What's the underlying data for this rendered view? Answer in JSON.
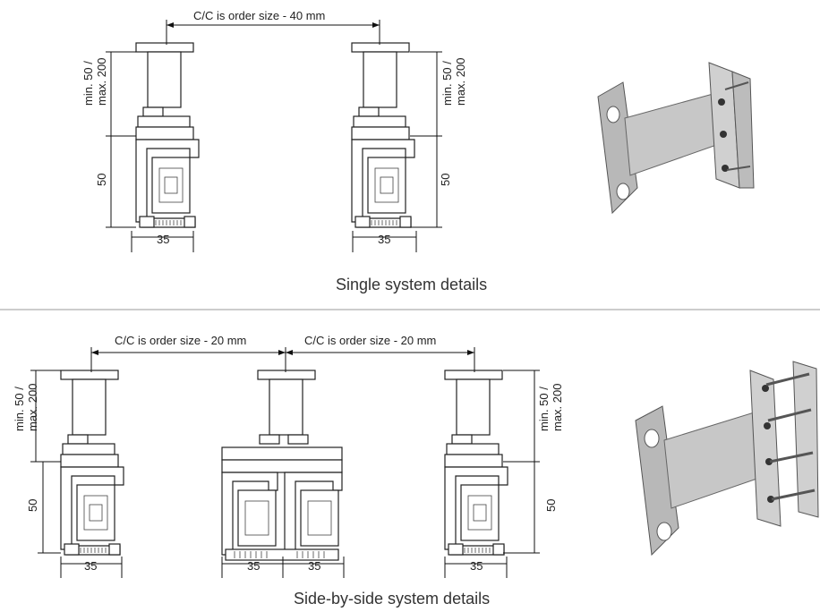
{
  "single": {
    "cc_label": "C/C is order size - 40 mm",
    "height_label_1": "min. 50 /",
    "height_label_2": "max. 200",
    "profile_height": "50",
    "profile_width": "35",
    "caption": "Single system details"
  },
  "double": {
    "cc_label_left": "C/C is order size - 20 mm",
    "cc_label_right": "C/C is order size - 20 mm",
    "height_label_1": "min. 50 /",
    "height_label_2": "max. 200",
    "profile_height": "50",
    "profile_width": "35",
    "caption": "Side-by-side system details"
  },
  "colors": {
    "divider": "#9a9a9a",
    "metal_light": "#d8d8d8",
    "metal_dark": "#8a8a8a"
  }
}
